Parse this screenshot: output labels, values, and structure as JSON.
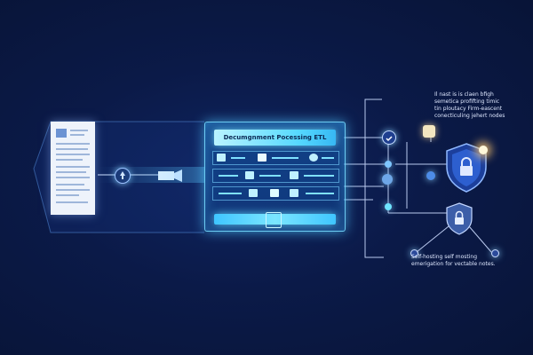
{
  "panel": {
    "title": "Decumgnment Pocessing ETL"
  },
  "top_note": {
    "lines": [
      "Il nast is is claen bfigh",
      "semetica profifting timic",
      "tin ploutacy Firm-eascent",
      "conecticuling jehert nodes"
    ]
  },
  "bottom_note": {
    "lines": [
      "Self-hosting self mosting",
      "emerigation for vectable notes."
    ]
  },
  "colors": {
    "background": "#0b1a48",
    "accent": "#5fd8ff",
    "shield": "#2d5fcf",
    "document": "#eef3fb"
  }
}
